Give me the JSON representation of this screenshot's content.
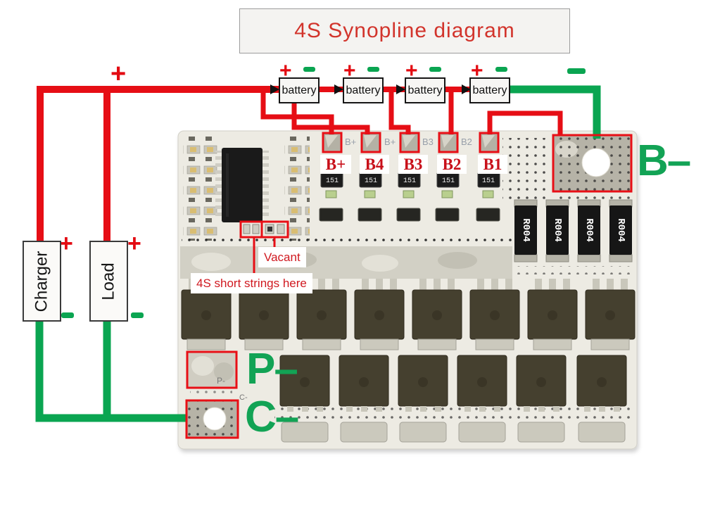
{
  "title": "4S Synopline diagram",
  "signs": {
    "plus": "+"
  },
  "batteries": [
    "battery",
    "battery",
    "battery",
    "battery"
  ],
  "source_labels": {
    "charger": "Charger",
    "load": "Load"
  },
  "tap_labels": [
    "B+",
    "B4",
    "B3",
    "B2",
    "B1"
  ],
  "board_silk": {
    "labels": [
      "B+",
      "B+",
      "B3",
      "B2"
    ],
    "resistor": "151",
    "shunt": "R004",
    "p_minus": "P-",
    "c_minus": "C-"
  },
  "annotations": {
    "vacant": "Vacant",
    "short_strings": "4S short strings here"
  },
  "pack_terminals": {
    "b_minus": "B–",
    "p_minus": "P–",
    "c_minus": "C–"
  },
  "colors": {
    "wire_red": "#e60e15",
    "wire_green": "#0aa551",
    "annotation_red": "#e80f16",
    "label_red": "#c8101a",
    "terminal_green": "#12a355",
    "title_red": "#d2342c",
    "pcb": "#edebe3"
  }
}
